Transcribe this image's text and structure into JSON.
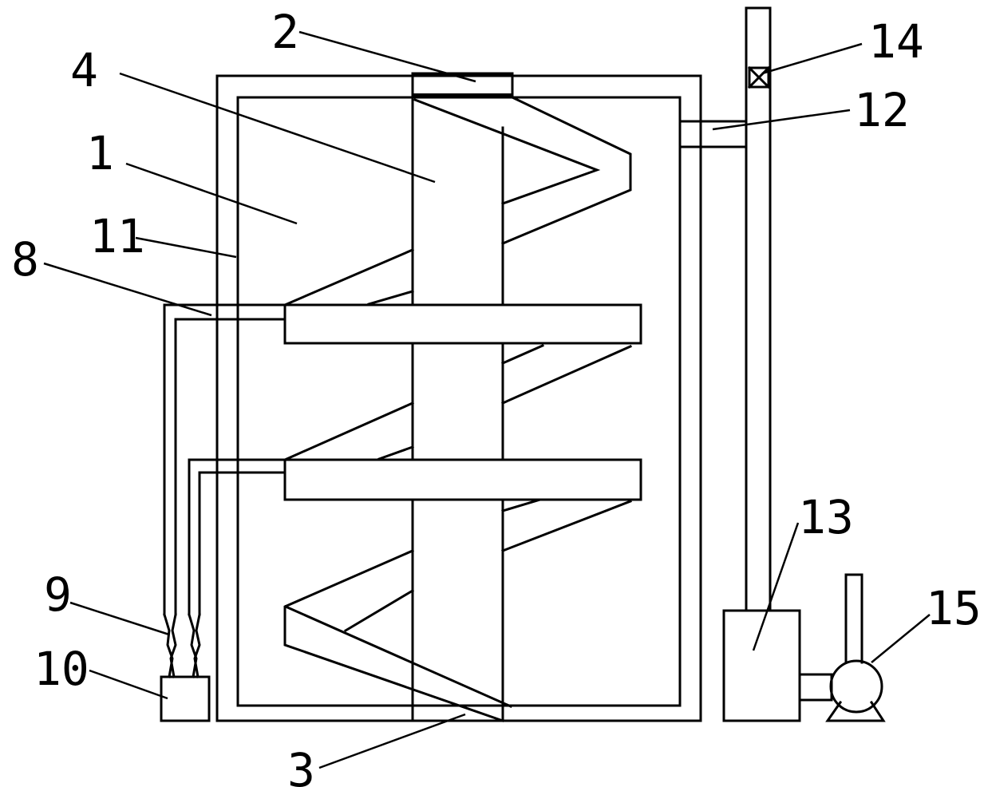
{
  "labels": {
    "l1": "1",
    "l2": "2",
    "l3": "3",
    "l4": "4",
    "l8": "8",
    "l9": "9",
    "l10": "10",
    "l11": "11",
    "l12": "12",
    "l13": "13",
    "l14": "14",
    "l15": "15"
  }
}
